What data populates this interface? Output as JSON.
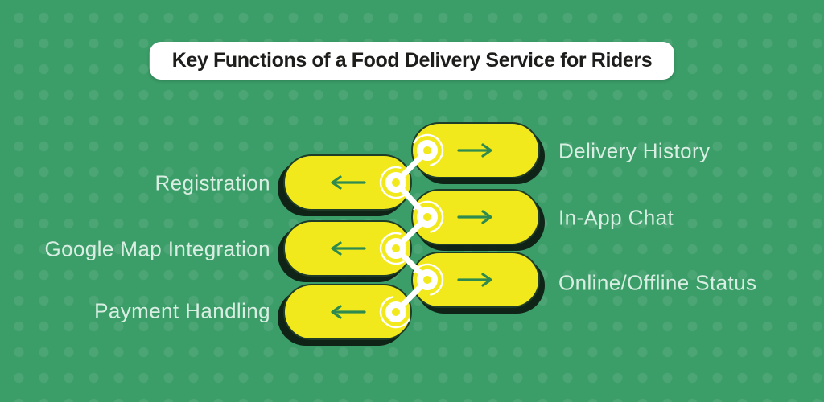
{
  "title": {
    "text": "Key Functions of a Food Delivery Service for Riders"
  },
  "rows": [
    {
      "label": "Delivery History",
      "side": "right",
      "arrow": "right"
    },
    {
      "label": "Registration",
      "side": "left",
      "arrow": "left"
    },
    {
      "label": "In-App Chat",
      "side": "right",
      "arrow": "right"
    },
    {
      "label": "Google Map Integration",
      "side": "left",
      "arrow": "left"
    },
    {
      "label": "Online/Offline Status",
      "side": "right",
      "arrow": "right"
    },
    {
      "label": "Payment Handling",
      "side": "left",
      "arrow": "left"
    }
  ],
  "colors": {
    "background": "#3b9d68",
    "background_dot": "#4aa674",
    "pill_fill": "#f2e91c",
    "pill_outline": "#1e3c28",
    "pill_shadow": "#0f2016",
    "arrow": "#2e8a4f",
    "label_text": "#d8eee2",
    "title_bg": "#ffffff",
    "title_text": "#1d1d1b",
    "connector": "#ffffff"
  }
}
